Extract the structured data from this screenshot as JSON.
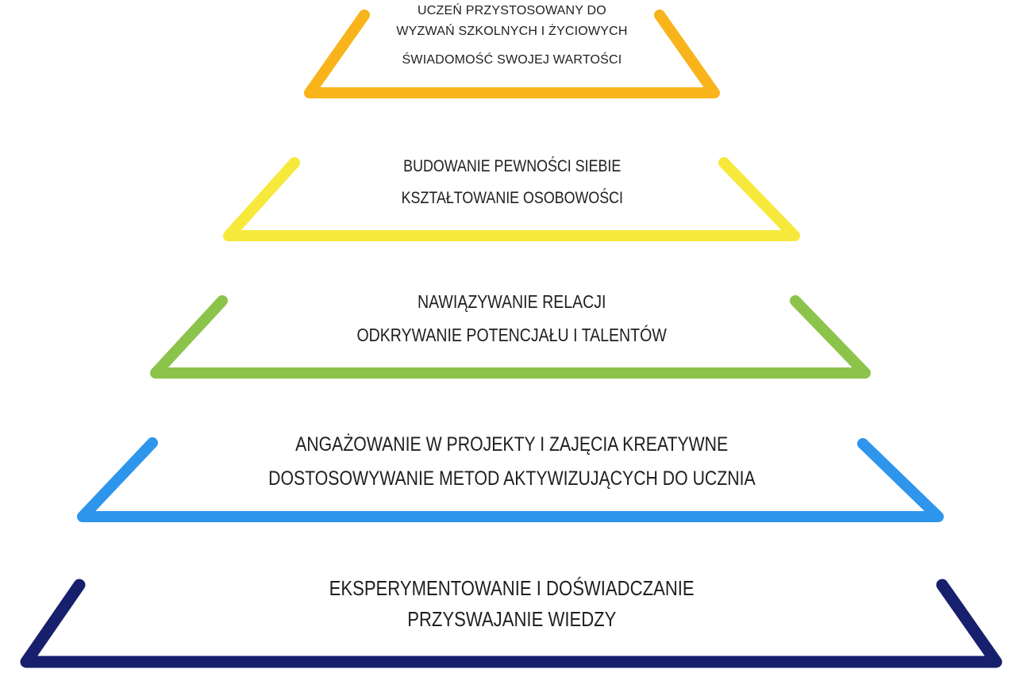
{
  "diagram": {
    "kind": "pyramid-5-levels-outline",
    "background_color": "#ffffff",
    "text_color": "#1f1f1f",
    "levels": [
      {
        "id": "top",
        "color": "#F8B41A",
        "color_name": "orange",
        "lines": [
          "UCZEŃ PRZYSTOSOWANY DO",
          "WYZWAŃ SZKOLNYCH I ŻYCIOWYCH",
          "ŚWIADOMOŚĆ SWOJEJ WARTOŚCI"
        ]
      },
      {
        "id": "level-2",
        "color": "#F6E93C",
        "color_name": "yellow",
        "lines": [
          "BUDOWANIE PEWNOŚCI SIEBIE",
          "KSZTAŁTOWANIE OSOBOWOŚCI"
        ]
      },
      {
        "id": "level-3",
        "color": "#8CC34B",
        "color_name": "green",
        "lines": [
          "NAWIĄZYWANIE RELACJI",
          "ODKRYWANIE POTENCJAŁU I TALENTÓW"
        ]
      },
      {
        "id": "level-4",
        "color": "#2D95EC",
        "color_name": "blue",
        "lines": [
          "ANGAŻOWANIE W PROJEKTY I ZAJĘCIA KREATYWNE",
          "DOSTOSOWYWANIE METOD AKTYWIZUJĄCYCH DO UCZNIA"
        ]
      },
      {
        "id": "base",
        "color": "#17206C",
        "color_name": "navy",
        "lines": [
          "EKSPERYMENTOWANIE I DOŚWIADCZANIE",
          "PRZYSWAJANIE WIEDZY"
        ]
      }
    ]
  }
}
